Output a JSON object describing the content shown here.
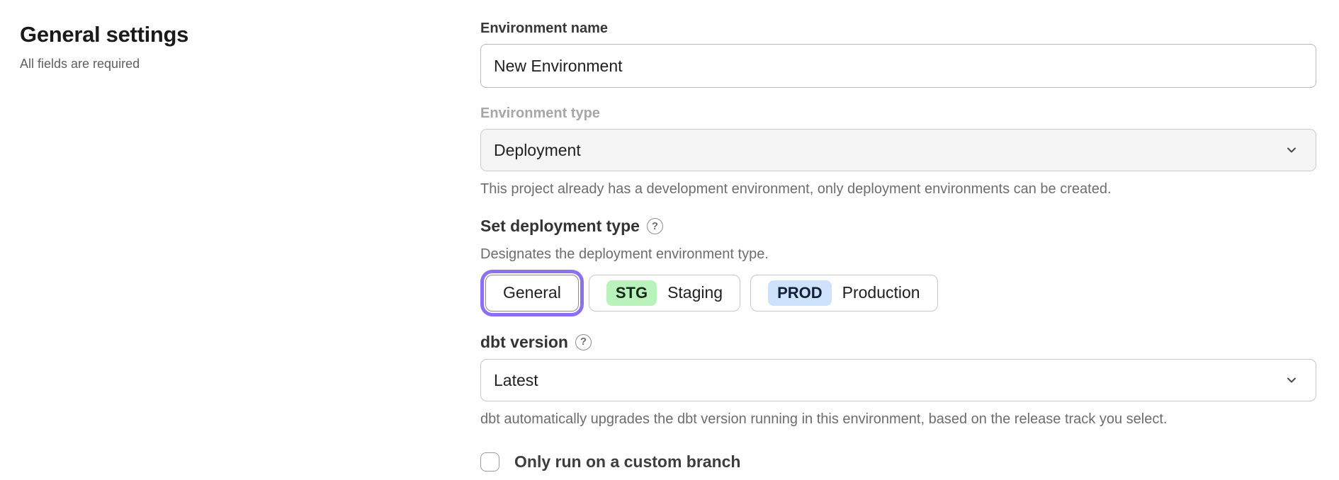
{
  "page": {
    "title": "General settings",
    "subtitle": "All fields are required"
  },
  "form": {
    "environment_name": {
      "label": "Environment name",
      "value": "New Environment"
    },
    "environment_type": {
      "label": "Environment type",
      "value": "Deployment",
      "disabled": true,
      "helper": "This project already has a development environment, only deployment environments can be created."
    },
    "deployment_type": {
      "label": "Set deployment type",
      "help_icon": "question-circle-icon",
      "helper": "Designates the deployment environment type.",
      "options": [
        {
          "label": "General",
          "selected": true
        },
        {
          "badge": "STG",
          "label": "Staging",
          "badge_color": "#b9f2bb"
        },
        {
          "badge": "PROD",
          "label": "Production",
          "badge_color": "#cfe2fb"
        }
      ]
    },
    "dbt_version": {
      "label": "dbt version",
      "help_icon": "question-circle-icon",
      "value": "Latest",
      "helper": "dbt automatically upgrades the dbt version running in this environment, based on the release track you select."
    },
    "custom_branch": {
      "label": "Only run on a custom branch",
      "checked": false
    }
  },
  "icons": {
    "help_glyph": "?",
    "chevron_down": "chevron-down-icon"
  },
  "colors": {
    "selected_ring": "#8d6ff1",
    "staging_badge": "#b9f2bb",
    "production_badge": "#cfe2fb",
    "disabled_field_bg": "#f5f5f5",
    "helper_text": "#6d6d6d"
  }
}
